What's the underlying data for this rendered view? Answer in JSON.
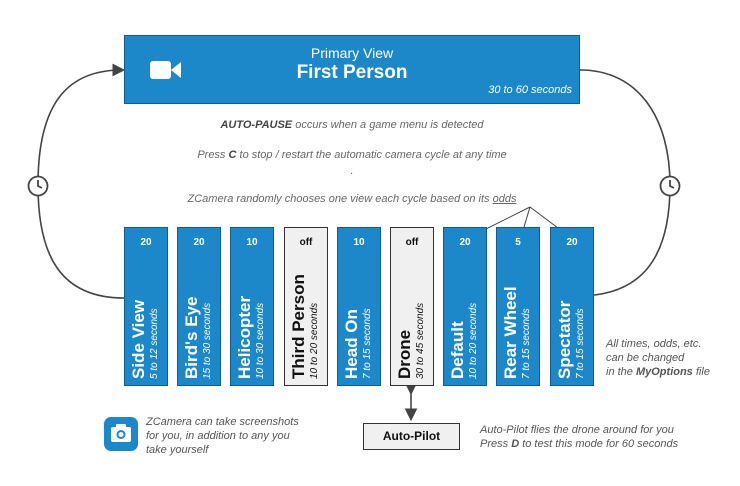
{
  "primary": {
    "subtitle": "Primary View",
    "title": "First Person",
    "time": "30 to 60 seconds",
    "icon": "video-camera-icon",
    "color": "#1d88c9"
  },
  "notes": {
    "autopause_bold": "AUTO-PAUSE",
    "autopause_rest": " occurs when a game menu is detected",
    "press_c_pre": "Press ",
    "press_c_key": "C",
    "press_c_rest": " to stop / restart the automatic camera cycle at any time",
    "dot": ".",
    "odds_pre": "ZCamera randomly chooses one view each cycle based on its ",
    "odds_word": "odds"
  },
  "views": [
    {
      "odds": "20",
      "name": "Side View",
      "secs": "5 to 12 seconds",
      "off": false
    },
    {
      "odds": "20",
      "name": "Bird's Eye",
      "secs": "15 to 30 seconds",
      "off": false
    },
    {
      "odds": "10",
      "name": "Helicopter",
      "secs": "10 to 30 seconds",
      "off": false
    },
    {
      "odds": "off",
      "name": "Third Person",
      "secs": "10 to 20 seconds",
      "off": true
    },
    {
      "odds": "10",
      "name": "Head On",
      "secs": "7 to 15 seconds",
      "off": false
    },
    {
      "odds": "off",
      "name": "Drone",
      "secs": "30 to 45 seconds",
      "off": true
    },
    {
      "odds": "20",
      "name": "Default",
      "secs": "10 to 20 seconds",
      "off": false
    },
    {
      "odds": "5",
      "name": "Rear Wheel",
      "secs": "7 to 15 seconds",
      "off": false
    },
    {
      "odds": "20",
      "name": "Spectator",
      "secs": "7 to 15 seconds",
      "off": false
    }
  ],
  "right_note": {
    "line1": "All times, odds, etc.",
    "line2": "can be changed",
    "line3_pre": "in the ",
    "line3_bold": "MyOptions",
    "line3_post": " file"
  },
  "screenshot_note": {
    "icon": "camera-icon",
    "line1": "ZCamera can take screenshots",
    "line2": "for you, in addition to any you",
    "line3": "take yourself"
  },
  "autopilot": {
    "label": "Auto-Pilot",
    "line1": "Auto-Pilot flies the drone around for you",
    "line2_pre": "Press ",
    "line2_key": "D",
    "line2_rest": " to test this mode for 60 seconds"
  },
  "clock_icon": "clock-icon"
}
